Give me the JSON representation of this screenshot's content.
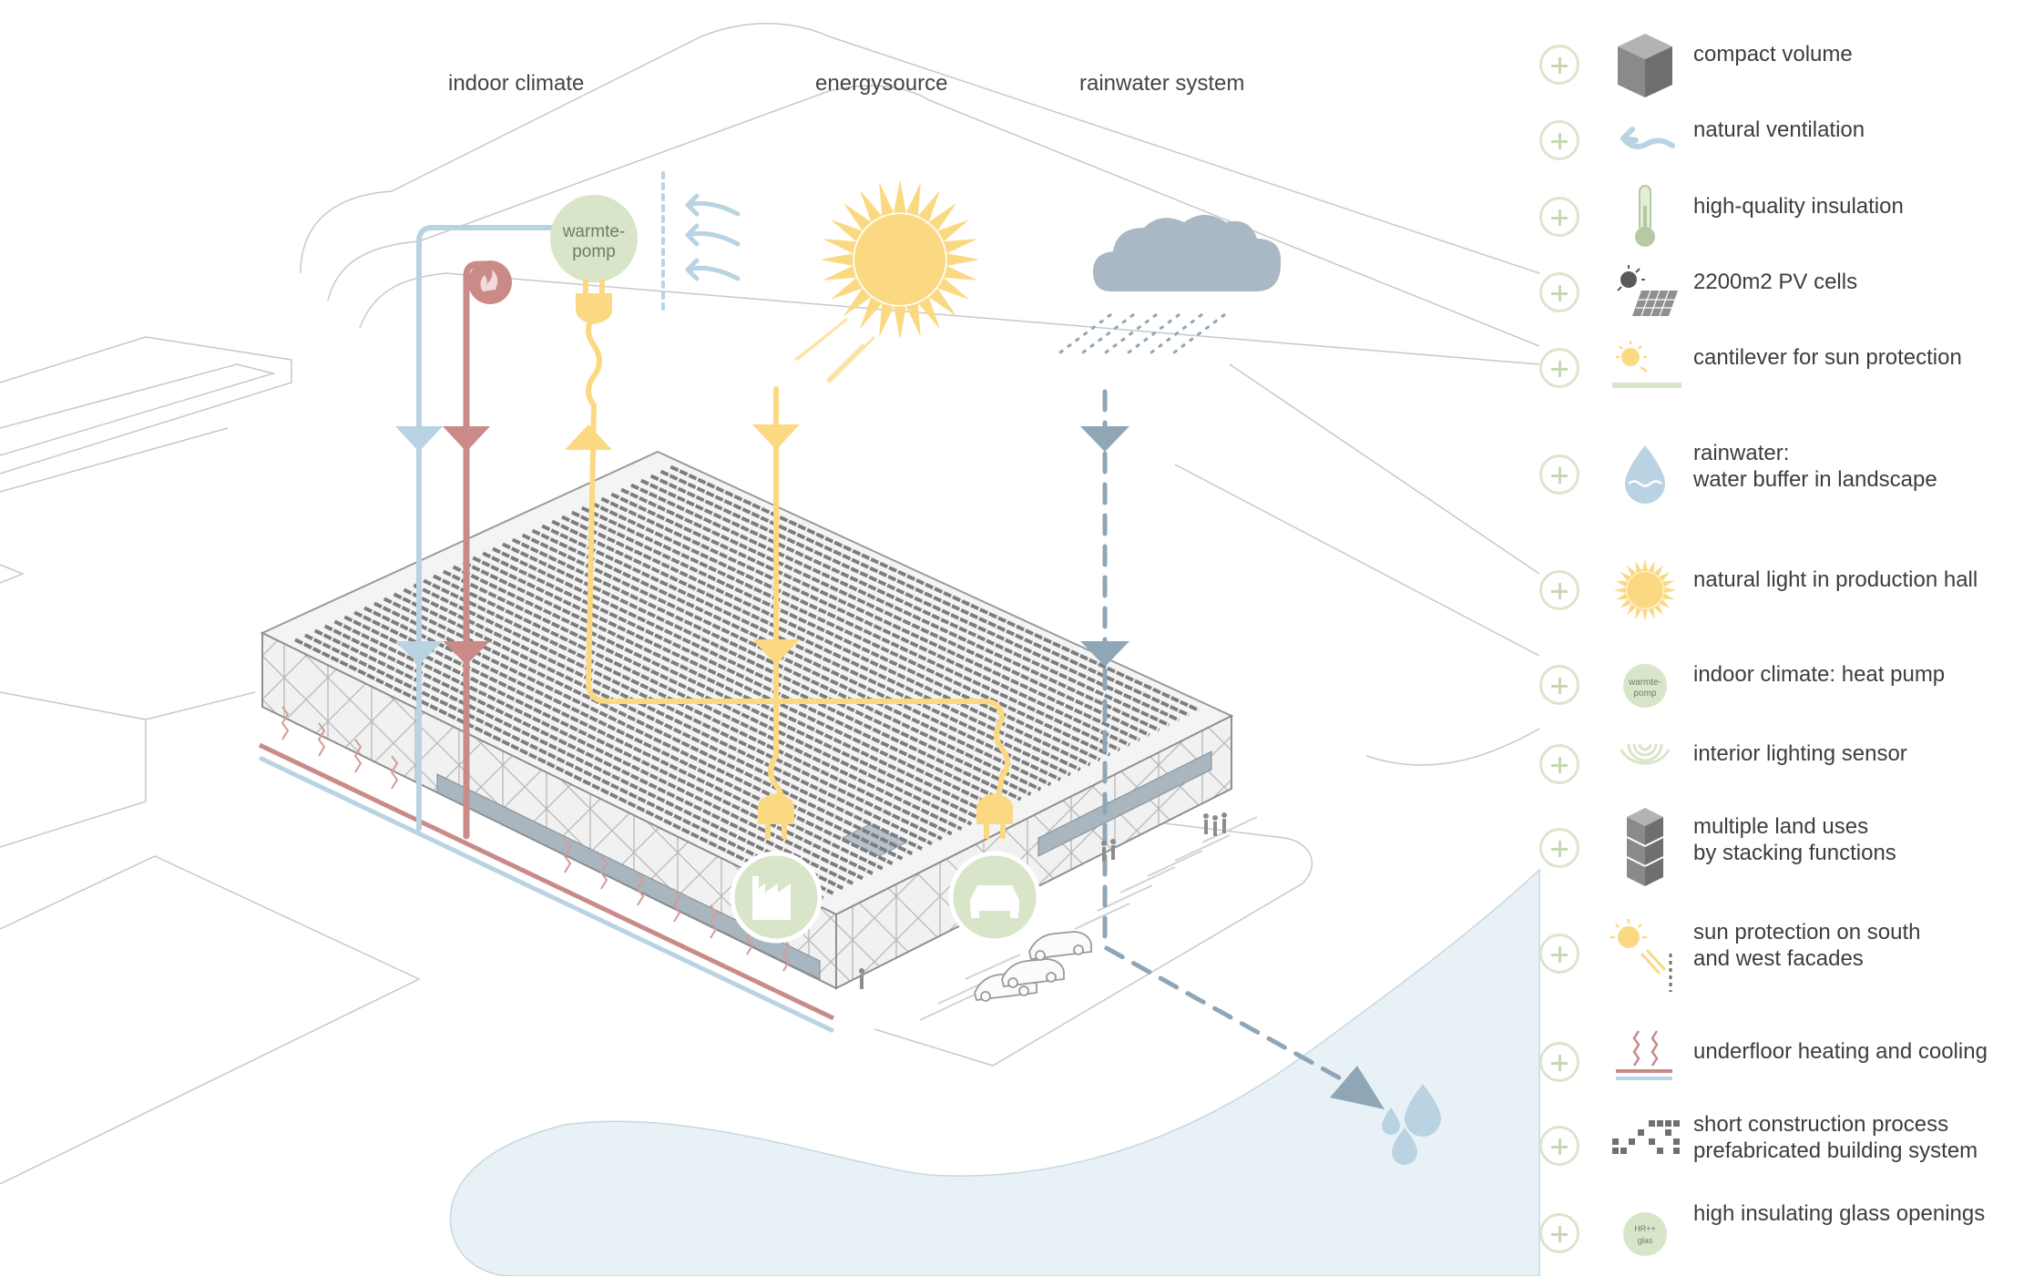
{
  "sections": {
    "indoor_climate": "indoor climate",
    "energysource": "energysource",
    "rainwater_system": "rainwater system"
  },
  "heat_pump_label": [
    "warmte-",
    "pomp"
  ],
  "colors": {
    "cool_blue": "#b9d3e3",
    "warm_red": "#c98a88",
    "solar_yellow": "#fbd983",
    "rain_grey": "#8fa6b6",
    "plus_green": "#dbe5cd",
    "water_blue": "#e8f1f5"
  },
  "legend": [
    {
      "icon": "cube-icon",
      "lines": [
        "compact volume"
      ]
    },
    {
      "icon": "breeze-icon",
      "lines": [
        "natural ventilation"
      ]
    },
    {
      "icon": "thermometer-icon",
      "lines": [
        "high-quality insulation"
      ]
    },
    {
      "icon": "pv-cell-icon",
      "lines": [
        "2200m2 PV cells"
      ]
    },
    {
      "icon": "cantilever-icon",
      "lines": [
        "cantilever for sun protection"
      ]
    },
    {
      "icon": "water-drop-icon",
      "lines": [
        "rainwater:",
        "water buffer in landscape"
      ]
    },
    {
      "icon": "sun-icon",
      "lines": [
        "natural light in production hall"
      ]
    },
    {
      "icon": "heat-pump-icon",
      "lines": [
        "indoor climate: heat pump"
      ],
      "badge": [
        "warmte-",
        "pomp"
      ]
    },
    {
      "icon": "light-sensor-icon",
      "lines": [
        "interior lighting sensor"
      ]
    },
    {
      "icon": "stacked-volumes-icon",
      "lines": [
        "multiple land uses",
        "by stacking functions"
      ]
    },
    {
      "icon": "sun-shading-icon",
      "lines": [
        "sun protection on south",
        "and west facades"
      ]
    },
    {
      "icon": "underfloor-heating-icon",
      "lines": [
        "underfloor heating and cooling"
      ]
    },
    {
      "icon": "prefab-blocks-icon",
      "lines": [
        "short construction process",
        "prefabricated building system"
      ]
    },
    {
      "icon": "glass-icon",
      "lines": [
        "high insulating glass openings"
      ],
      "badge": [
        "HR++",
        "glas"
      ]
    }
  ]
}
